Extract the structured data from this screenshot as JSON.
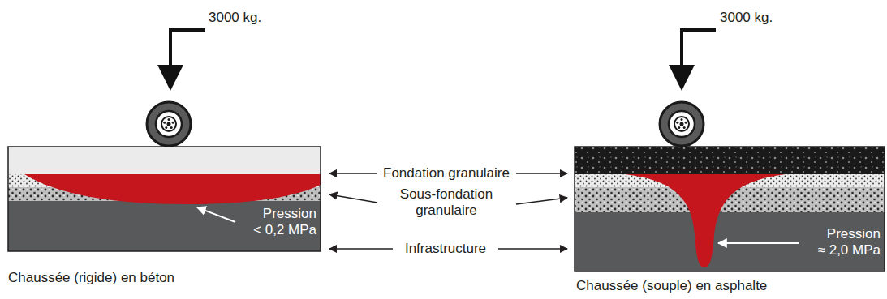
{
  "diagram": {
    "labels": [
      "3000 kg.",
      "3000 kg.",
      "Fondation granulaire",
      "Sous-fondation granulaire",
      "Infrastructure",
      "Pression < 0,2 MPa",
      "Pression ≈ 2,0 MPa",
      "Chaussée (rigide) en béton",
      "Chaussée (souple) en asphalte"
    ]
  }
}
